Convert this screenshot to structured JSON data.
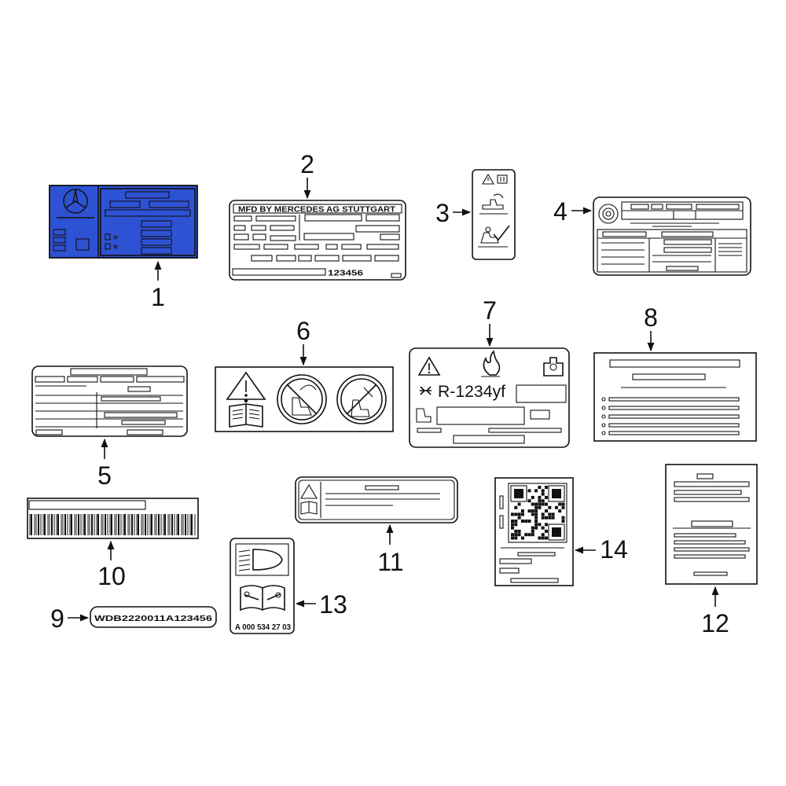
{
  "diagram": {
    "colors": {
      "plate_blue": "#2e52d4",
      "line": "#111111",
      "background": "#ffffff"
    },
    "callouts": [
      {
        "id": "1",
        "label": "1"
      },
      {
        "id": "2",
        "label": "2"
      },
      {
        "id": "3",
        "label": "3"
      },
      {
        "id": "4",
        "label": "4"
      },
      {
        "id": "5",
        "label": "5"
      },
      {
        "id": "6",
        "label": "6"
      },
      {
        "id": "7",
        "label": "7"
      },
      {
        "id": "8",
        "label": "8"
      },
      {
        "id": "9",
        "label": "9"
      },
      {
        "id": "10",
        "label": "10"
      },
      {
        "id": "11",
        "label": "11"
      },
      {
        "id": "12",
        "label": "12"
      },
      {
        "id": "13",
        "label": "13"
      },
      {
        "id": "14",
        "label": "14"
      }
    ],
    "label2": {
      "header": "MFD BY MERCEDES AG STUTTGART",
      "serial": "123456"
    },
    "label7": {
      "refrigerant": "R-1234yf"
    },
    "label9": {
      "vin": "WDB2220011A123456"
    },
    "label13": {
      "part_number": "A 000 534 27 03"
    },
    "icons": [
      "mercedes-star-icon",
      "warning-triangle-icon",
      "manual-book-icon",
      "no-seat-belt-icon",
      "flame-icon",
      "compressor-icon",
      "refrigerant-symbol-icon",
      "seat-icon",
      "qr-code-icon",
      "headlight-icon",
      "service-book-icon",
      "tire-icon",
      "checkmark-icon",
      "battery-icon"
    ]
  }
}
